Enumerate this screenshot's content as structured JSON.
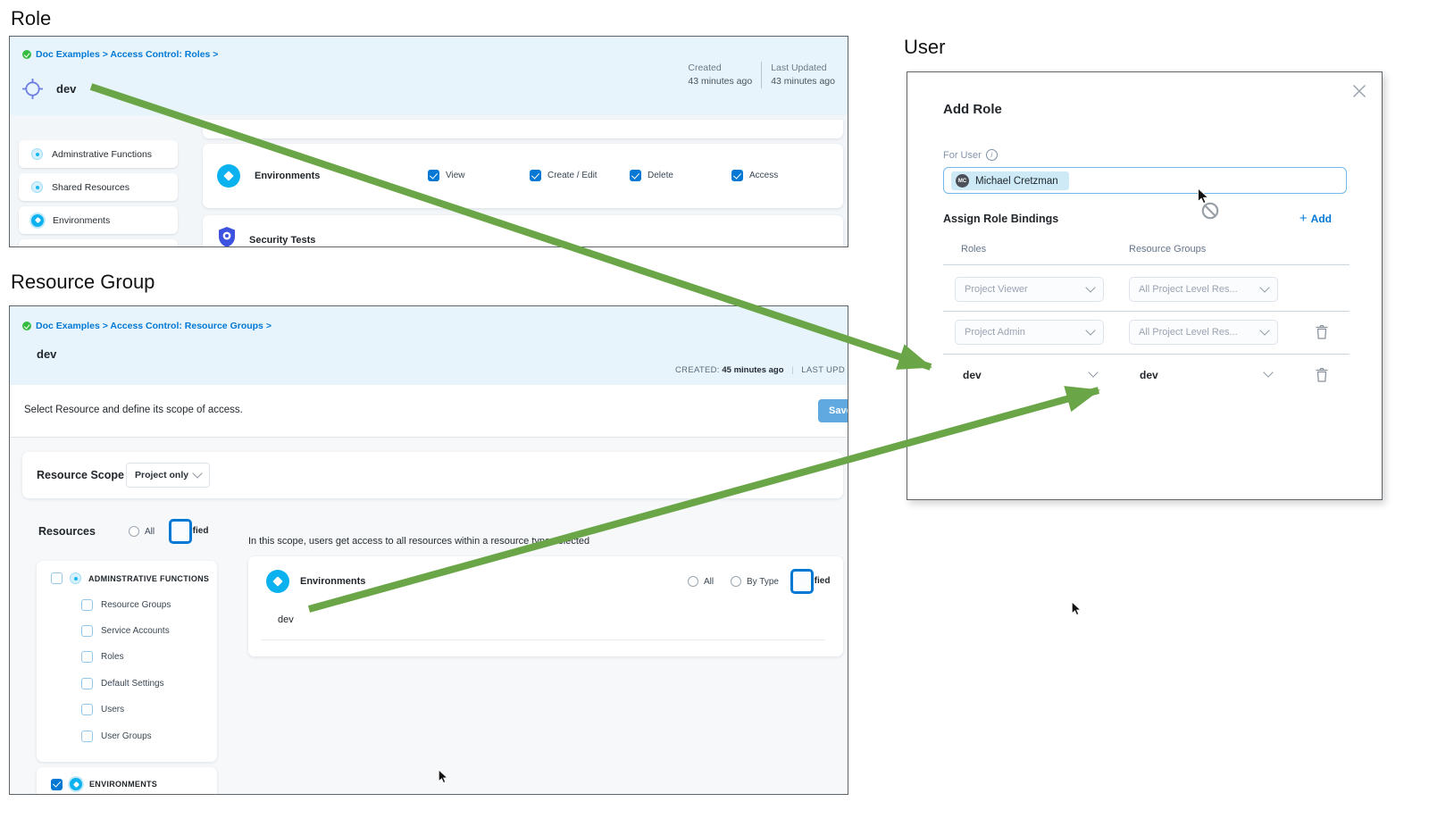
{
  "colors": {
    "accent_blue": "#0278d5",
    "arrow_green": "#6aa648",
    "header_blue": "#e7f4fb",
    "chip_blue": "#cdeaf6",
    "checkbox_blue": "#0278d5"
  },
  "sections": {
    "role": {
      "heading": "Role",
      "breadcrumb": "Doc Examples > Access Control: Roles >",
      "title": "dev",
      "created_label": "Created",
      "created_value": "43 minutes ago",
      "updated_label": "Last Updated",
      "updated_value": "43 minutes ago",
      "sidebar": [
        {
          "label": "Adminstrative Functions"
        },
        {
          "label": "Shared Resources"
        },
        {
          "label": "Environments"
        }
      ],
      "permissions": {
        "resource": "Environments",
        "checkboxes": [
          "View",
          "Create / Edit",
          "Delete",
          "Access"
        ],
        "next_resource": "Security Tests"
      }
    },
    "resource_group": {
      "heading": "Resource Group",
      "breadcrumb": "Doc Examples > Access Control: Resource Groups >",
      "title": "dev",
      "created_label": "CREATED:",
      "created_value": "45 minutes ago",
      "meta_divider": "|",
      "updated_label": "LAST UPD",
      "subtitle": "Select Resource and define its scope of access.",
      "save_label": "Save",
      "resource_scope_label": "Resource Scope",
      "resource_scope_value": "Project only",
      "resources_label": "Resources",
      "resources_radios": [
        "All",
        "Specified"
      ],
      "resources_selected": "Specified",
      "tree_parent": "ADMINSTRATIVE FUNCTIONS",
      "tree_children": [
        "Resource Groups",
        "Service Accounts",
        "Roles",
        "Default Settings",
        "Users",
        "User Groups"
      ],
      "environments_item": "ENVIRONMENTS",
      "scope_hint": "In this scope, users get access to all resources within a resource type selected",
      "env_row": {
        "label": "Environments",
        "radios": [
          "All",
          "By Type",
          "Specified"
        ],
        "selected": "Specified",
        "value": "dev"
      }
    },
    "user": {
      "heading": "User",
      "modal_title": "Add Role",
      "for_user_label": "For User",
      "user_chip": {
        "initials": "MC",
        "name": "Michael Cretzman"
      },
      "bindings_label": "Assign Role Bindings",
      "add_label": "Add",
      "col_roles": "Roles",
      "col_resource_groups": "Resource Groups",
      "rows": [
        {
          "role": "Project Viewer",
          "rg": "All Project Level Res..."
        },
        {
          "role": "Project Admin",
          "rg": "All Project Level Res..."
        },
        {
          "role": "dev",
          "rg": "dev"
        }
      ]
    }
  }
}
